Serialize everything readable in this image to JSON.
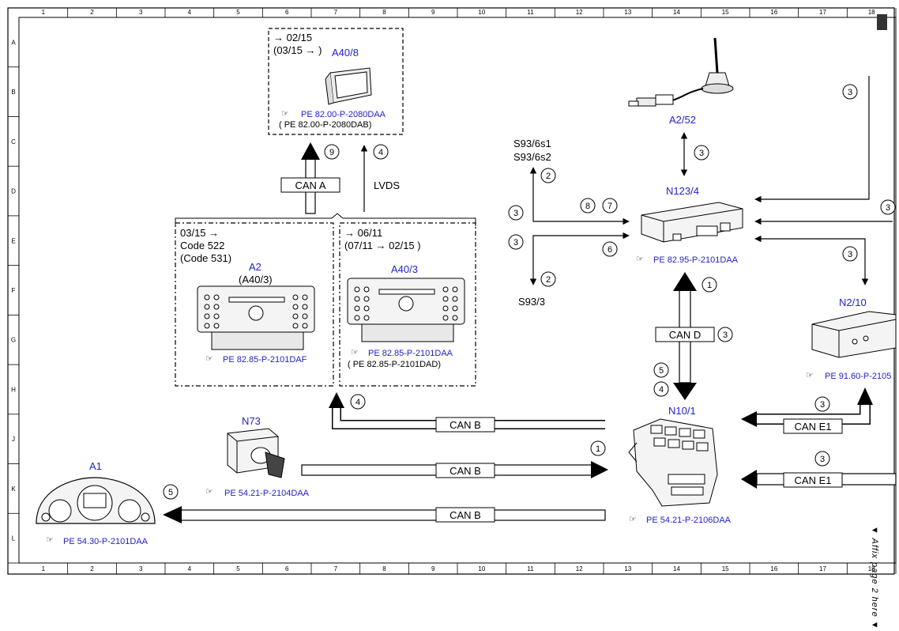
{
  "grid": {
    "columns": [
      "1",
      "2",
      "3",
      "4",
      "5",
      "6",
      "7",
      "8",
      "9",
      "10",
      "11",
      "12",
      "13",
      "14",
      "15",
      "16",
      "17",
      "18"
    ],
    "rows": [
      "A",
      "B",
      "C",
      "D",
      "E",
      "F",
      "G",
      "H",
      "J",
      "K",
      "L"
    ]
  },
  "side_note": "▼ Affix page 2 here ▼",
  "components": {
    "a40_8": {
      "pre": "→ 02/15",
      "dates": "(03/15 → )",
      "code": "A40/8",
      "ref1": "PE 82.00-P-2080DAA",
      "ref2": "( PE 82.00-P-2080DAB)"
    },
    "a2": {
      "dates": "03/15 →",
      "code522": "Code 522",
      "code531": "(Code 531)",
      "code": "A2",
      "alt": "(A40/3)",
      "ref": "PE 82.85-P-2101DAF"
    },
    "a40_3": {
      "dates1": "→ 06/11",
      "dates2": "(07/11 → 02/15  )",
      "code": "A40/3",
      "ref1": "PE 82.85-P-2101DAA",
      "ref2": "( PE 82.85-P-2101DAD)"
    },
    "a2_52": {
      "code": "A2/52"
    },
    "n123_4": {
      "code": "N123/4",
      "ref": "PE 82.95-P-2101DAA"
    },
    "n2_10": {
      "code": "N2/10",
      "ref": "PE 91.60-P-2105"
    },
    "n10_1": {
      "code": "N10/1",
      "ref": "PE 54.21-P-2106DAA"
    },
    "n73": {
      "code": "N73",
      "ref": "PE 54.21-P-2104DAA"
    },
    "a1": {
      "code": "A1",
      "ref": "PE 54.30-P-2101DAA"
    }
  },
  "labels": {
    "lvds": "LVDS",
    "s93_6s1": "S93/6s1",
    "s93_6s2": "S93/6s2",
    "s93_3": "S93/3"
  },
  "buses": {
    "can_a": "CAN A",
    "can_d": "CAN D",
    "can_b": "CAN B",
    "can_e1": "CAN E1"
  },
  "markers": {
    "m9": "9",
    "m4": "4",
    "m2": "2",
    "m3": "3",
    "m8": "8",
    "m7": "7",
    "m6": "6",
    "m1": "1",
    "m5": "5"
  }
}
